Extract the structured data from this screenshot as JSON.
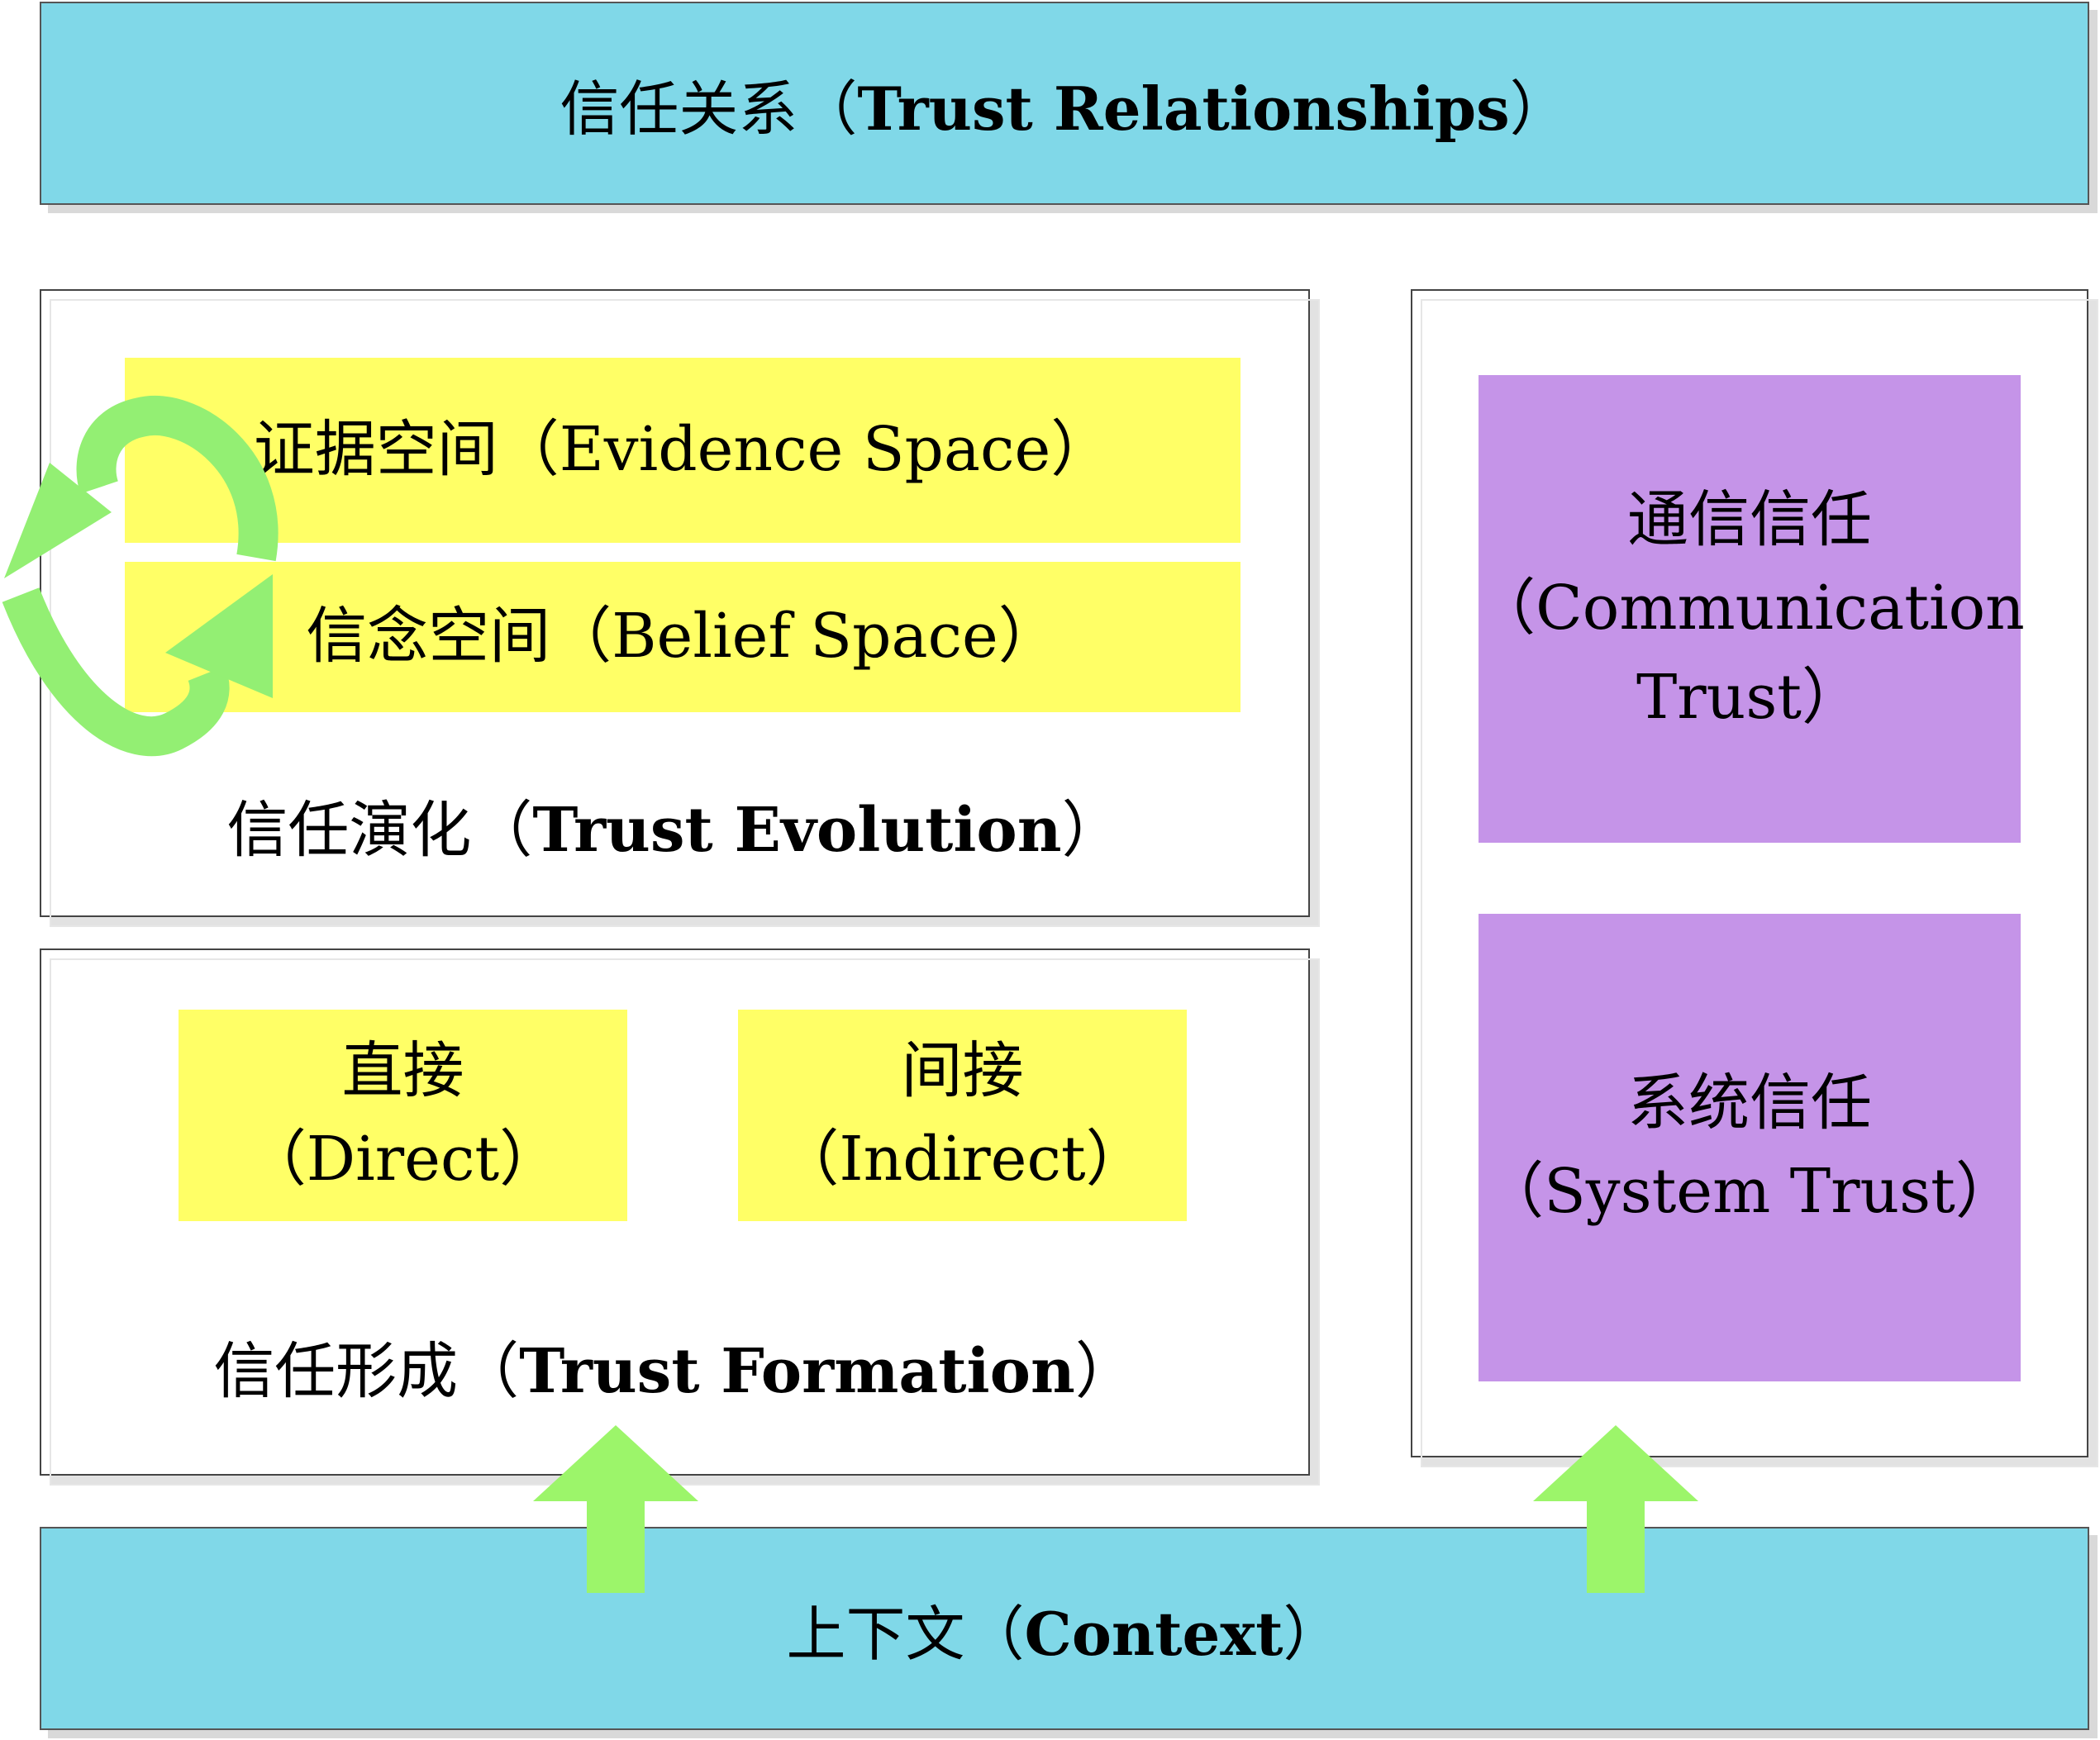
{
  "colors": {
    "band": "#80d8e8",
    "yellow_box": "#ffff66",
    "purple_box": "#c594e8",
    "arrow_green": "#9cf56a",
    "cycle_green": "#93ef73"
  },
  "top_band": {
    "zh": "信任关系（",
    "en": "Trust Relationships",
    "close": "）"
  },
  "evolution": {
    "evidence_space": "证据空间（Evidence Space）",
    "belief_space": "信念空间（Belief Space）",
    "caption_zh": "信任演化（",
    "caption_en": "Trust Evolution",
    "caption_close": "）",
    "cycle_icon": "cycle-arrows-icon"
  },
  "formation": {
    "direct_zh": "直接",
    "direct_en": "（Direct）",
    "indirect_zh": "间接",
    "indirect_en": "（Indirect）",
    "caption_zh": "信任形成（",
    "caption_en": "Trust Formation",
    "caption_close": "）"
  },
  "right_panel": {
    "communication_zh": "通信信任",
    "communication_en_1": "（Communication",
    "communication_en_2": "Trust）",
    "system_zh": "系统信任",
    "system_en": "（System Trust）"
  },
  "bottom_band": {
    "zh": "上下文（",
    "en": "Context",
    "close": "）"
  },
  "arrows": [
    "up-arrow-icon",
    "up-arrow-icon"
  ]
}
